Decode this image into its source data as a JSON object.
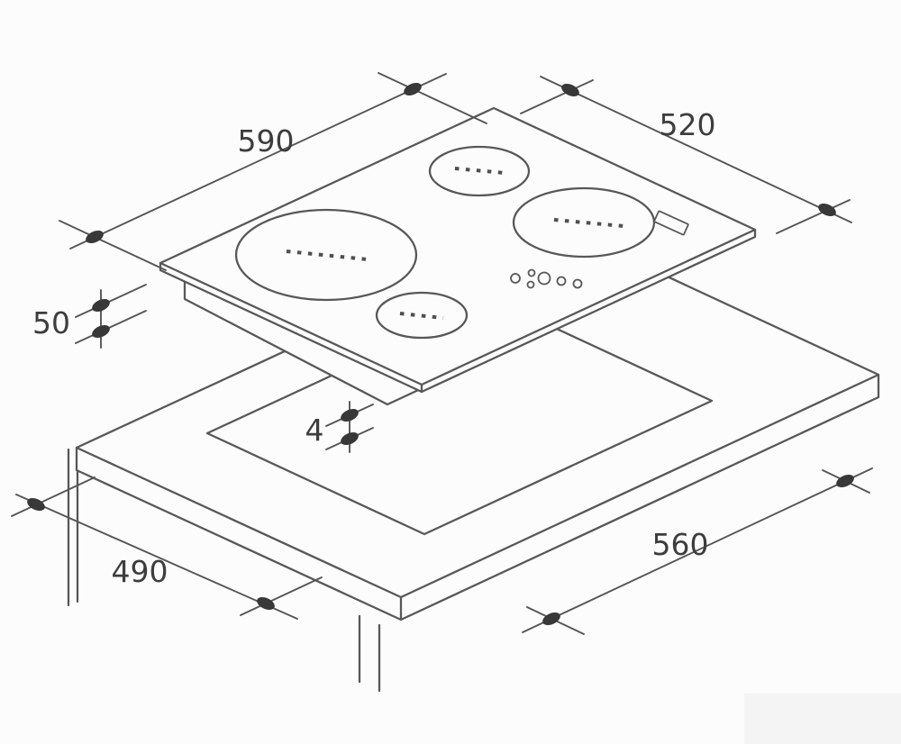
{
  "colors": {
    "background": "#fcfcfc",
    "line": "#585858",
    "dimension_dot": "#383838",
    "text": "#3d3d3d"
  },
  "dimensions": {
    "hob_width": "590",
    "hob_depth": "520",
    "hob_height": "50",
    "glass_thickness": "4",
    "cutout_depth": "490",
    "cutout_width": "560"
  }
}
